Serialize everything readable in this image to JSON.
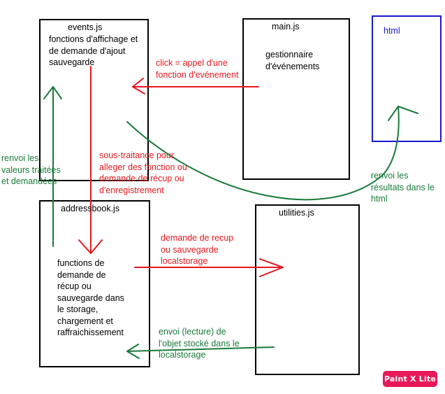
{
  "colors": {
    "red": "#e8191f",
    "green": "#1a7a3a",
    "blue": "#1a1acc",
    "black": "#000000",
    "badge": "#e8195a"
  },
  "boxes": {
    "events": {
      "title": "events.js",
      "desc": "fonctions d'affichage et\nde demande d'ajout\nsauvegarde"
    },
    "main": {
      "title": "main.js",
      "desc": "gestionnaire\nd'événements"
    },
    "html": {
      "title": "html"
    },
    "addressbook": {
      "title": "addressbook.js",
      "desc": "functions de\ndemande de\nrécup ou\nsauvegarde dans\nle storage,\nchargement et\nraffraichissement"
    },
    "utilities": {
      "title": "utilities.js"
    }
  },
  "annotations": {
    "click": "click = appel d'une\nfonction d'evénement",
    "sous_traitance": "sous-traitance pour\nalleger des fonction ou\ndemande de récup ou\nd'enregistrement",
    "renvoi_valeurs": "renvoi les\nvaleurs traitées\net demandées",
    "renvoi_resultats": "renvoi les\nrésultats dans le\nhtml",
    "demande_recup": "demande de recup\nou sauvegarde\nlocalstorage",
    "envoi_lecture": "envoi (lecture) de\nl'objet stocké dans le\nlocalstorage"
  },
  "badge": {
    "label": "Paint X Lite"
  }
}
